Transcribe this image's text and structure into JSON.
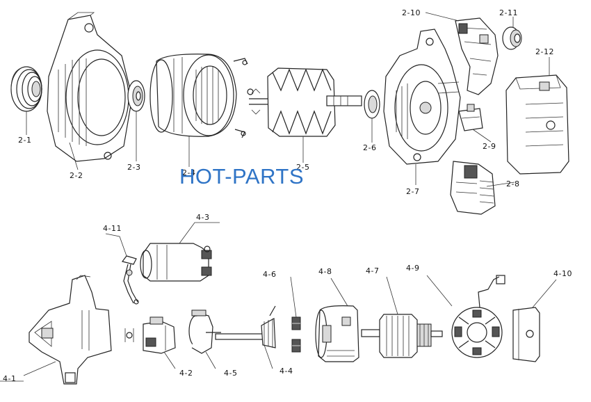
{
  "watermark": "HOT-PARTS",
  "upper_assembly": {
    "labels": {
      "p2_1": "2-1",
      "p2_2": "2-2",
      "p2_3": "2-3",
      "p2_4": "2-4",
      "p2_5": "2-5",
      "p2_6": "2-6",
      "p2_7": "2-7",
      "p2_8": "2-8",
      "p2_9": "2-9",
      "p2_10": "2-10",
      "p2_11": "2-11",
      "p2_12": "2-12"
    }
  },
  "lower_assembly": {
    "labels": {
      "p4_1": "4-1",
      "p4_2": "4-2",
      "p4_3": "4-3",
      "p4_4": "4-4",
      "p4_5": "4-5",
      "p4_6": "4-6",
      "p4_7": "4-7",
      "p4_8": "4-8",
      "p4_9": "4-9",
      "p4_10": "4-10",
      "p4_11": "4-11"
    }
  }
}
